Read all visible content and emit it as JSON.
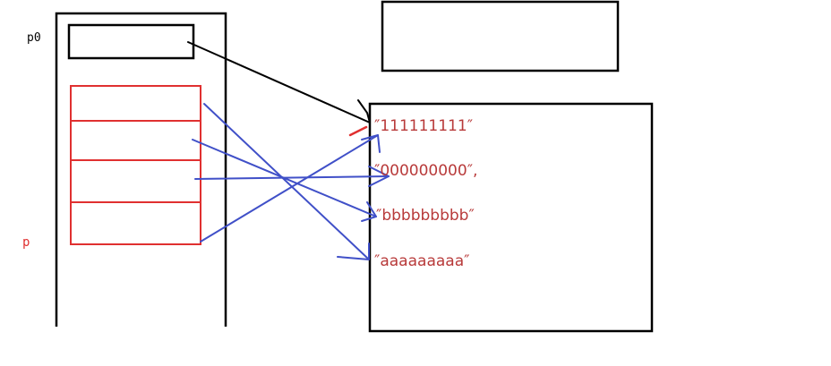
{
  "labels": {
    "p0": "p0",
    "p": "p"
  },
  "strings": [
    "″111111111″",
    "″000000000″,",
    "″bbbbbbbbb″",
    "″aaaaaaaaa″"
  ],
  "colors": {
    "frame": "#000000",
    "array": "#e03030",
    "arrow_blue": "#4050c8",
    "arrow_black": "#000000",
    "string_text": "#b83a3a"
  }
}
